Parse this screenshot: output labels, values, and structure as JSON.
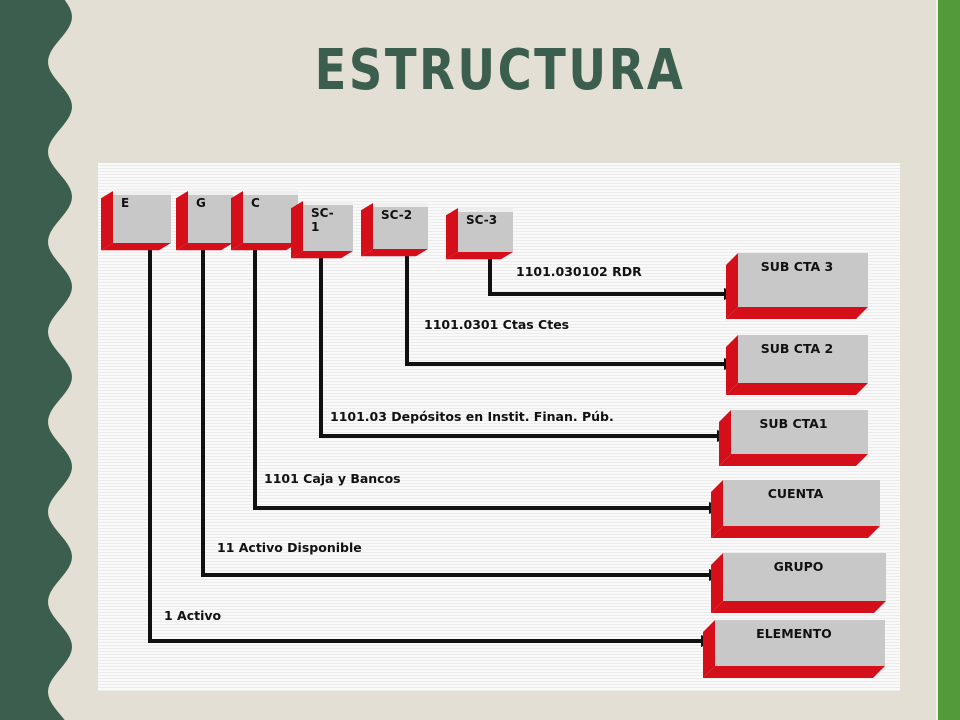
{
  "title": "ESTRUCTURA",
  "colors": {
    "background": "#e4dfd4",
    "title": "#3c5e4f",
    "wave": "#3c5e4f",
    "accent_bar": "#529a3a",
    "cube_face": "#c8c8c8",
    "cube_side": "#d40f1a"
  },
  "levels": [
    {
      "code": [
        "E"
      ],
      "label": "1 Activo",
      "target": "ELEMENTO"
    },
    {
      "code": [
        "G"
      ],
      "label": "11  Activo Disponible",
      "target": "GRUPO"
    },
    {
      "code": [
        "C"
      ],
      "label": "1101  Caja y Bancos",
      "target": "CUENTA"
    },
    {
      "code": [
        "SC-",
        "1"
      ],
      "label": "1101.03 Depósitos en Instit. Finan. Púb.",
      "target": "SUB CTA1"
    },
    {
      "code": [
        "SC-2"
      ],
      "label": "1101.0301  Ctas Ctes",
      "target": "SUB CTA 2"
    },
    {
      "code": [
        "SC-3"
      ],
      "label": "1101.030102 RDR",
      "target": "SUB CTA 3"
    }
  ]
}
